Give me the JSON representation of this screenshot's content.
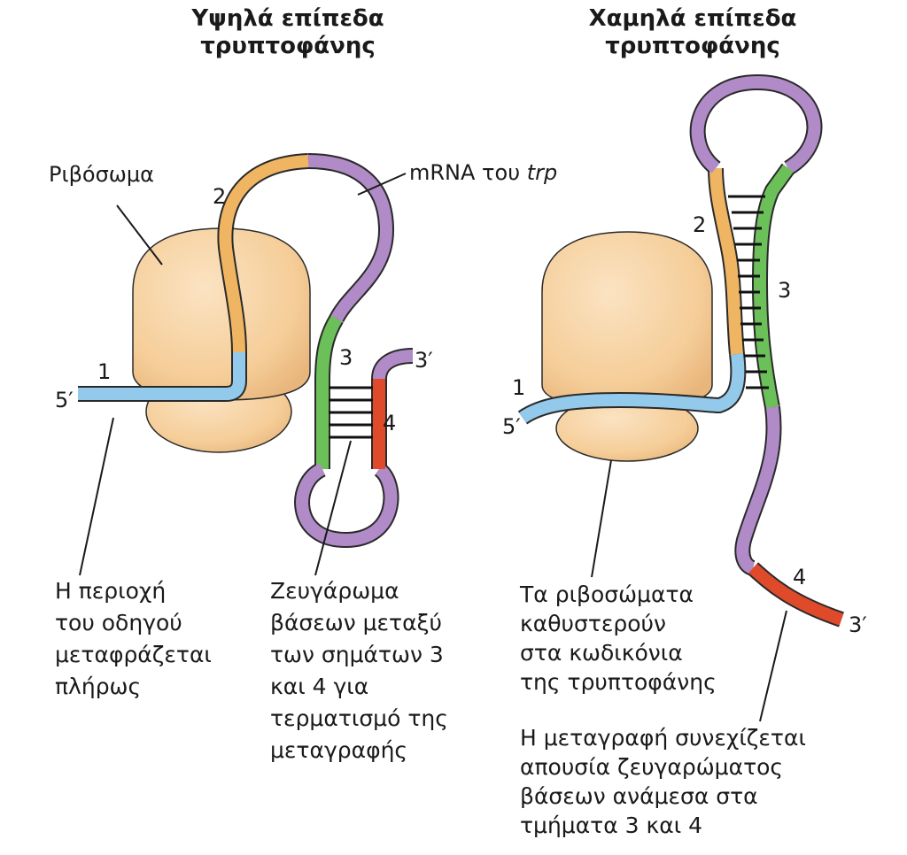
{
  "left_panel": {
    "title_lines": [
      "Υψηλά επίπεδα",
      "τρυπτοφάνης"
    ],
    "ribosome_label": "Ριβόσωμα",
    "mrna_label_main": "mRNA του ",
    "mrna_label_italic": "trp",
    "five_prime": "5′",
    "three_prime": "3′",
    "segment_numbers": [
      "1",
      "2",
      "3",
      "4"
    ],
    "caption_leader": [
      "Η περιοχή",
      "του οδηγού",
      "μεταφράζεται",
      "πλήρως"
    ],
    "caption_pairing": [
      "Ζευγάρωμα",
      "βάσεων μεταξύ",
      "των σημάτων 3",
      "και 4 για",
      "τερματισμό της",
      "μεταγραφής"
    ]
  },
  "right_panel": {
    "title_lines": [
      "Χαμηλά επίπεδα",
      "τρυπτοφάνης"
    ],
    "five_prime": "5′",
    "three_prime": "3′",
    "segment_numbers": [
      "1",
      "2",
      "3",
      "4"
    ],
    "caption_stall": [
      "Τα ριβοσώματα",
      "καθυστερούν",
      "στα κωδικόνια",
      "της τρυπτοφάνης"
    ],
    "caption_continue": [
      "Η μεταγραφή συνεχίζεται",
      "απουσία ζευγαρώματος",
      "βάσεων ανάμεσα στα",
      "τμήματα 3 και 4"
    ]
  },
  "colors": {
    "ribosome_fill": "#f7d2a2",
    "ribosome_shade": "#e8b67c",
    "segment_1": "#93c9ea",
    "segment_2": "#f0b562",
    "segment_3": "#6cc05a",
    "segment_4": "#df4a2b",
    "spacer": "#b18bc8",
    "outline": "#2a2a2a"
  }
}
